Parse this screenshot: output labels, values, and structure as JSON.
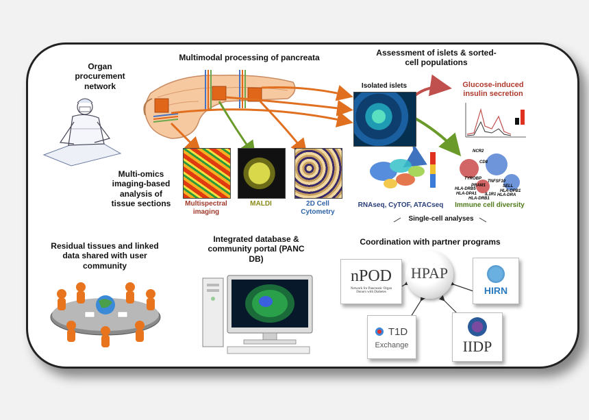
{
  "sections": {
    "organ": "Organ procurement network",
    "multimodal": "Multimodal processing of pancreata",
    "assessment": "Assessment of islets & sorted-cell populations",
    "multiomics": "Multi-omics imaging-based analysis of tissue sections",
    "residual": "Residual tissues and linked data shared with user community",
    "database": "Integrated database & community portal (PANC DB)",
    "coordination": "Coordination with partner programs"
  },
  "labels": {
    "isolated_islets": "Isolated islets",
    "gsis": "Glucose-induced insulin secretion",
    "multispectral": "Multispectral imaging",
    "maldi": "MALDI",
    "cytometry": "2D Cell Cytometry",
    "rnaseq": "RNAseq, CyTOF, ATACseq",
    "immune": "Immune cell diversity",
    "singlecell": "Single-cell analyses"
  },
  "partners": {
    "npod": "nPOD",
    "npod_sub": "Network for Pancreatic Organ Donors with Diabetes",
    "hpap": "HPAP",
    "hirn": "HIRN",
    "t1d": "T1D",
    "t1d_sub": "Exchange",
    "iidp": "IIDP"
  },
  "immune_genes": [
    "NCR2",
    "CD8",
    "TYROBP",
    "PRAM1",
    "TNFSF10",
    "SELL",
    "HLA-DRB5",
    "HLA-DPB1",
    "HLA-DPA1",
    "HLA-DRA",
    "HLA-DRB1",
    "IL1R1"
  ],
  "colors": {
    "gsis": "#b03a2e",
    "multispectral": "#a0392c",
    "maldi": "#8a8a1a",
    "cytometry": "#2e63a6",
    "rnaseq": "#2a3f7a",
    "immune": "#4f7a1a",
    "arrow_orange": "#e07020",
    "arrow_red": "#c0504d",
    "arrow_green": "#6a9a2a",
    "arrow_blue": "#3f73c0"
  }
}
